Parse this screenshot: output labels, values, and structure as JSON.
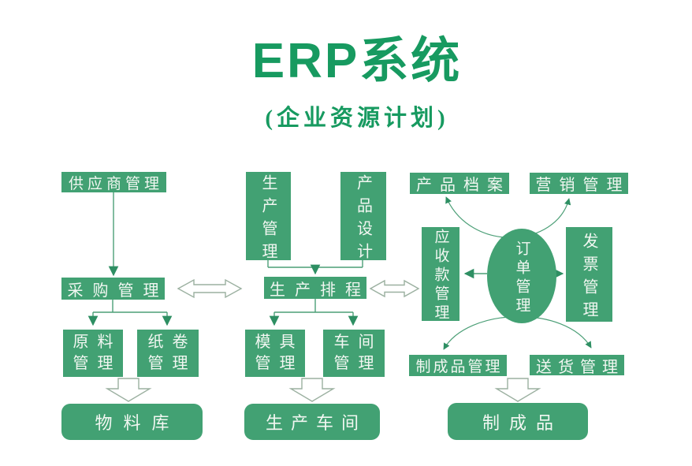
{
  "title": {
    "main": "ERP系统",
    "subtitle": "(企业资源计划)"
  },
  "colors": {
    "background": "#ffffff",
    "box_green": "#42a173",
    "title_green": "#179a60",
    "line_green": "#4c9f77",
    "arrowhead_green": "#2e8f63",
    "hollow_outline": "#9bb0a0",
    "box_text": "#f2f7f2"
  },
  "nodes": {
    "supplier": {
      "label": "供应商管理"
    },
    "purchasing": {
      "label": "采购管理"
    },
    "raw_material": {
      "l1": "原料",
      "l2": "管理"
    },
    "paper_roll": {
      "l1": "纸卷",
      "l2": "管理"
    },
    "material_warehouse": {
      "label": "物料库"
    },
    "production_mgmt": {
      "label": "生产管理"
    },
    "product_design": {
      "label": "产品设计"
    },
    "production_schedule": {
      "label": "生产排程"
    },
    "mold_mgmt": {
      "l1": "模具",
      "l2": "管理"
    },
    "workshop_mgmt": {
      "l1": "车间",
      "l2": "管理"
    },
    "production_workshop": {
      "label": "生产车间"
    },
    "product_archive": {
      "label": "产品档案"
    },
    "marketing_mgmt": {
      "label": "营销管理"
    },
    "receivables_mgmt": {
      "label": "应收款管理"
    },
    "order_mgmt": {
      "label": "订单管理"
    },
    "invoice_mgmt": {
      "label": "发票管理"
    },
    "finished_goods_mgmt": {
      "label": "制成品管理"
    },
    "delivery_mgmt": {
      "label": "送货管理"
    },
    "finished_goods": {
      "label": "制成品"
    }
  }
}
